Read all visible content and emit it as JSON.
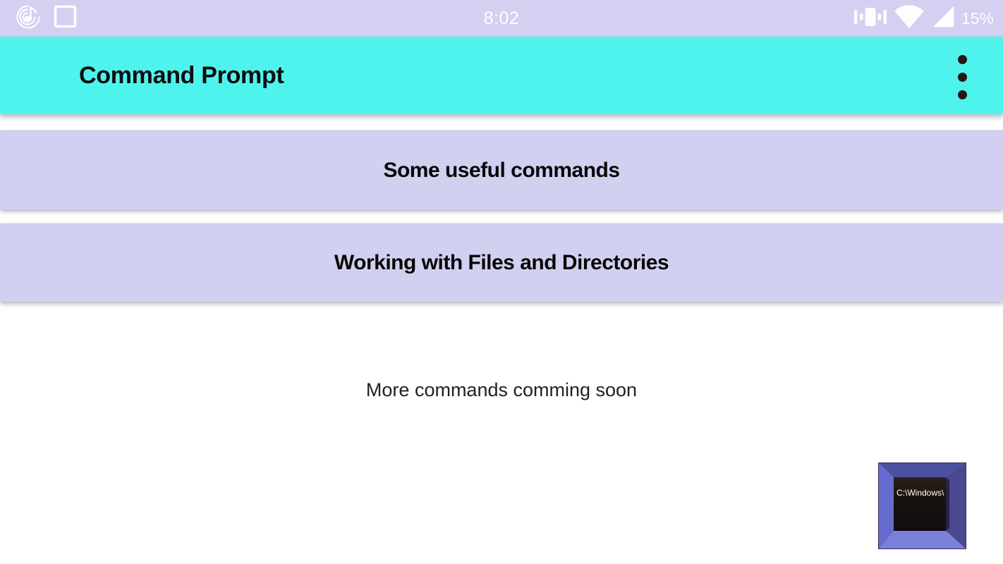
{
  "status_bar": {
    "time": "8:02",
    "battery_level": "15%",
    "left_icons": [
      "music-note-icon",
      "screenshot-square-icon"
    ],
    "right_icons": [
      "vibrate-icon",
      "wifi-icon",
      "cell-signal-icon"
    ]
  },
  "app_bar": {
    "title": "Command Prompt",
    "menu_icon": "kebab-menu-icon",
    "background": "#4FF3EE"
  },
  "menu_buttons": [
    {
      "label": "Some useful commands"
    },
    {
      "label": "Working with Files and Directories"
    }
  ],
  "content": {
    "coming_soon": "More commands comming soon"
  },
  "app_logo": {
    "screen_text": "C:\\Windows\\"
  },
  "colors": {
    "status_bar_bg": "#D3D0F1",
    "app_bar_bg": "#4FF3EE",
    "button_bg": "#D2D0F0",
    "page_bg": "#FFFFFF",
    "title_text": "#0D0D0D",
    "overflow_dot": "#241812",
    "logo_frame_light": "#7B81DA",
    "logo_frame_dark": "#4A4D9E",
    "logo_screen": "#17110D"
  }
}
